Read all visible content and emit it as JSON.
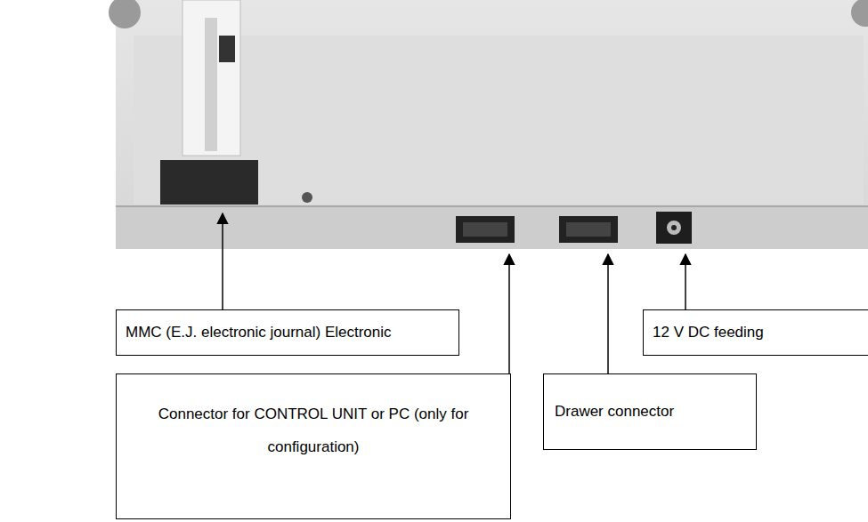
{
  "diagram": {
    "nodes": [
      {
        "text": [
          "MMC (E.J. electronic journal) Electronic"
        ]
      },
      {
        "text": [
          "12 V DC feeding"
        ]
      },
      {
        "text": [
          "Connector for CONTROL UNIT or PC (only for configuration)"
        ]
      },
      {
        "text": [
          "Drawer connector"
        ]
      }
    ]
  }
}
